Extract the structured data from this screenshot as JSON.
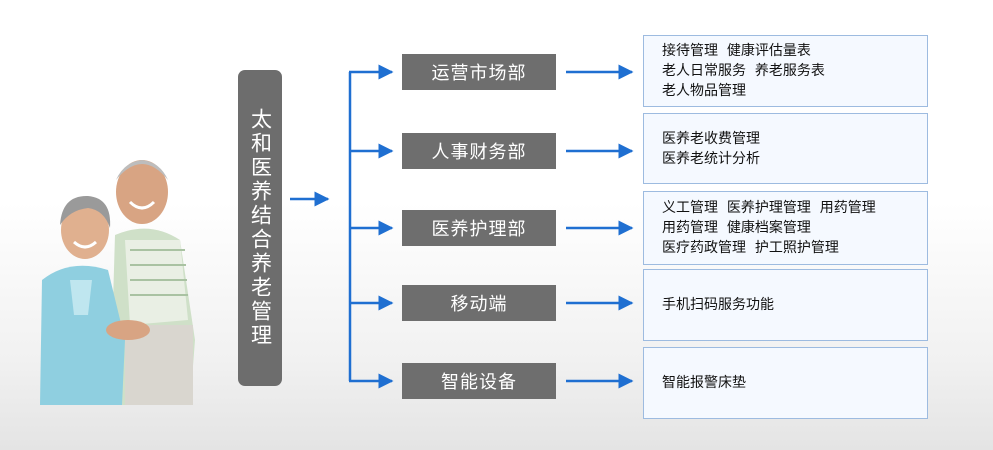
{
  "root": {
    "label": "太和医养结合养老管理"
  },
  "colors": {
    "arrow": "#1f6fd1",
    "dept_bg": "#6e6e6e",
    "root_bg": "#6d6d6d",
    "box_border": "#9dbbe0"
  },
  "departments": [
    {
      "name": "运营市场部",
      "items": [
        "接待管理  健康评估量表",
        "老人日常服务  养老服务表",
        "老人物品管理"
      ]
    },
    {
      "name": "人事财务部",
      "items": [
        "医养老收费管理",
        "医养老统计分析"
      ]
    },
    {
      "name": "医养护理部",
      "items": [
        "义工管理  医养护理管理  用药管理",
        "用药管理  健康档案管理",
        "医疗药政管理  护工照护管理"
      ]
    },
    {
      "name": "移动端",
      "items": [
        "手机扫码服务功能"
      ]
    },
    {
      "name": "智能设备",
      "items": [
        "智能报警床垫"
      ]
    }
  ]
}
